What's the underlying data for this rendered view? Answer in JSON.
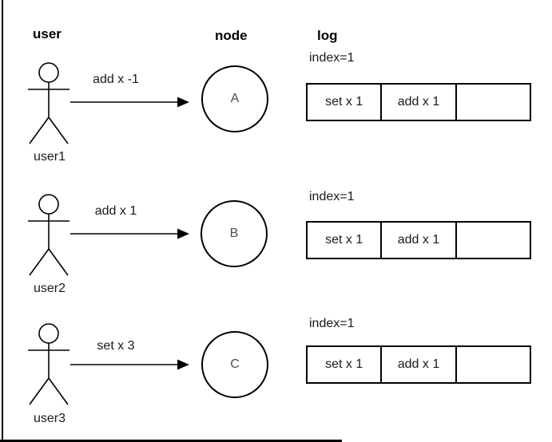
{
  "colors": {
    "background": "#ffffff",
    "stroke": "#000000",
    "text": "#1a1a1a",
    "node_letter": "#4d4d4d"
  },
  "headers": {
    "user": "user",
    "node": "node",
    "log": "log"
  },
  "rows": [
    {
      "actor": "user1",
      "command": "add x -1",
      "node": "A",
      "log": {
        "index_label": "index=1",
        "cells": [
          "set x 1",
          "add x 1",
          ""
        ]
      }
    },
    {
      "actor": "user2",
      "command": "add x 1",
      "node": "B",
      "log": {
        "index_label": "index=1",
        "cells": [
          "set x 1",
          "add x 1",
          ""
        ]
      }
    },
    {
      "actor": "user3",
      "command": "set x 3",
      "node": "C",
      "log": {
        "index_label": "index=1",
        "cells": [
          "set x 1",
          "add x 1",
          ""
        ]
      }
    }
  ]
}
